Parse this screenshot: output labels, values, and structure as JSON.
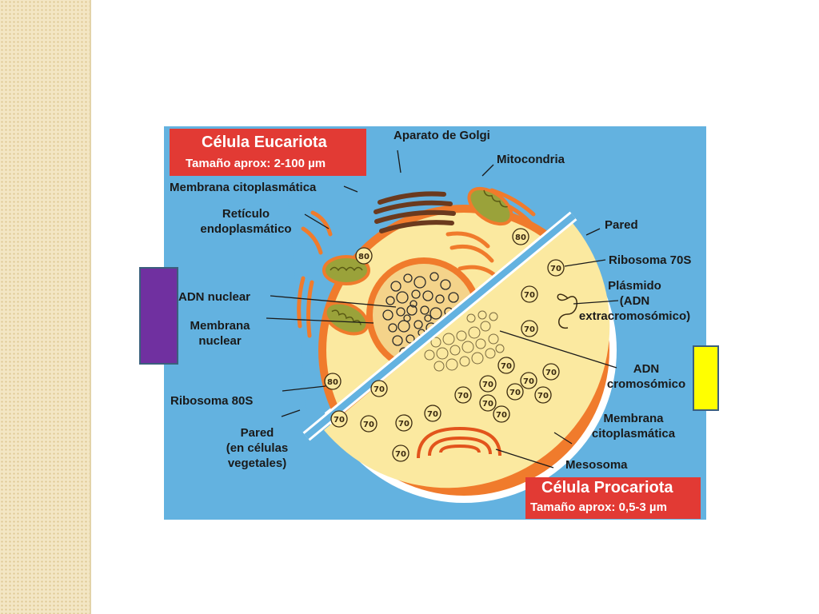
{
  "eukaryote": {
    "title": "Célula Eucariota",
    "size": "Tamaño aprox: 2-100 µm"
  },
  "prokaryote": {
    "title": "Célula Procariota",
    "size": "Tamaño aprox: 0,5-3 µm"
  },
  "labels": {
    "golgi": "Aparato de Golgi",
    "mitocondria": "Mitocondria",
    "membrana_citoplasmatica_euk": "Membrana citoplasmática",
    "reticulo_line1": "Retículo",
    "reticulo_line2": "endoplasmático",
    "adn_nuclear": "ADN nuclear",
    "membrana_nuclear_line1": "Membrana",
    "membrana_nuclear_line2": "nuclear",
    "ribosoma_80s": "Ribosoma 80S",
    "pared_veg_line1": "Pared",
    "pared_veg_line2": "(en células",
    "pared_veg_line3": "vegetales)",
    "pared": "Pared",
    "ribosoma_70s": "Ribosoma 70S",
    "plasmido_line1": "Plásmido",
    "plasmido_line2": "(ADN",
    "plasmido_line3": "extracromosómico)",
    "adn_cromo_line1": "ADN",
    "adn_cromo_line2": "cromosómico",
    "membrana_cito_pro_line1": "Membrana",
    "membrana_cito_pro_line2": "citoplasmática",
    "mesosoma": "Mesosoma"
  },
  "ribosome_labels": {
    "r80": "80",
    "r70": "70"
  },
  "colors": {
    "background": "#63b2e0",
    "cytoplasm": "#fbe9a0",
    "membrane": "#f07b2c",
    "title_box": "#e23a34",
    "accent_purple": "#7030a0",
    "accent_yellow": "#ffff00"
  }
}
